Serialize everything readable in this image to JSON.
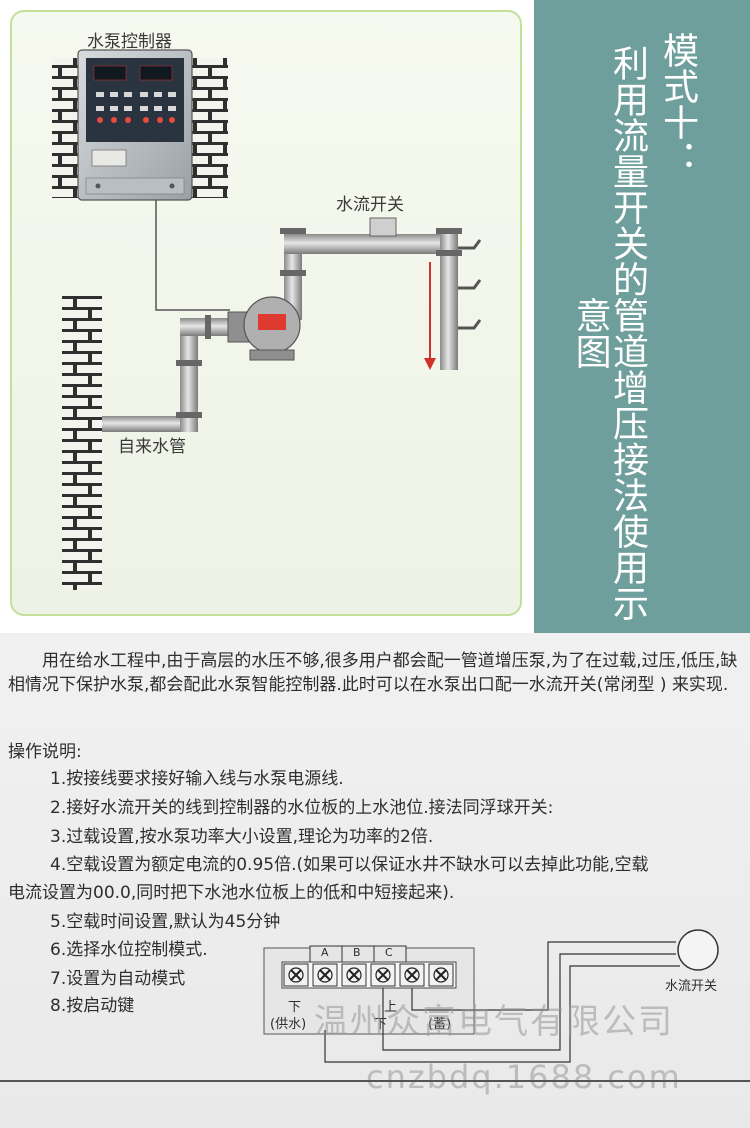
{
  "diagram": {
    "controller_label": "水泵控制器",
    "flow_switch_label": "水流开关",
    "tap_water_label": "自来水管"
  },
  "side_title": {
    "col1": "模式十：",
    "col2": "利用流量开关的管道增压接法使用示意图"
  },
  "intro": "用在给水工程中,由于高层的水压不够,很多用户都会配一管道增压泵,为了在过载,过压,低压,缺相情况下保护水泵,都会配此水泵智能控制器.此时可以在水泵出口配一水流开关(常闭型 ) 来实现.",
  "instructions_title": "操作说明:",
  "steps": {
    "s1": "1.按接线要求接好输入线与水泵电源线.",
    "s2": "2.接好水流开关的线到控制器的水位板的上水池位.接法同浮球开关:",
    "s3": "3.过载设置,按水泵功率大小设置,理论为功率的2倍.",
    "s4a": "4.空载设置为额定电流的0.95倍.(如果可以保证水井不缺水可以去掉此功能,空载",
    "s4b": "电流设置为00.0,同时把下水池水位板上的低和中短接起来).",
    "s5": "5.空载时间设置,默认为45分钟",
    "s6": "6.选择水位控制模式.",
    "s7": "7.设置为自动模式",
    "s8": "8.按启动键"
  },
  "terminal": {
    "headers": [
      "A",
      "B",
      "C"
    ],
    "left_label_top": "下",
    "left_label_bottom": "(供水)",
    "right_label_top": "上",
    "right_label_bottom": "(蓄)",
    "mid_label": "下",
    "flow_switch_label": "水流开关"
  },
  "watermarks": {
    "company": "温州众富电气有限公司",
    "site": "cnzbdq.1688.com"
  },
  "colors": {
    "side_panel": "#6f9f9c",
    "panel_border": "#c3df9a",
    "arrow": "#d0312d",
    "pump_red": "#e0392f"
  }
}
